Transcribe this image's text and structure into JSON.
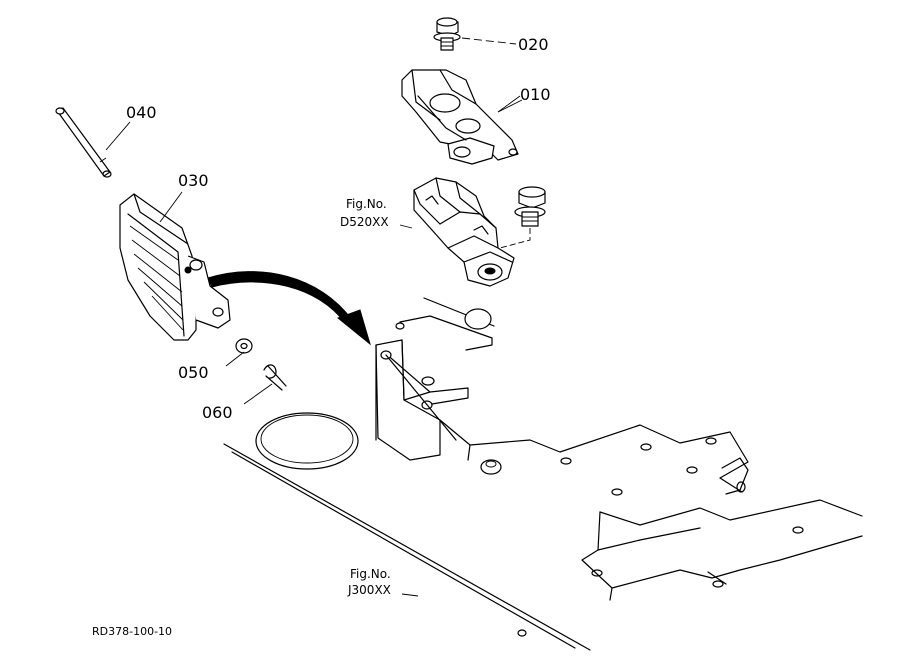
{
  "part_labels": [
    {
      "id": "010",
      "text": "010"
    },
    {
      "id": "020",
      "text": "020"
    },
    {
      "id": "030",
      "text": "030"
    },
    {
      "id": "040",
      "text": "040"
    },
    {
      "id": "050",
      "text": "050"
    },
    {
      "id": "060",
      "text": "060"
    }
  ],
  "figure_refs": {
    "d520": {
      "line1": "Fig.No.",
      "line2": "D520XX"
    },
    "j300": {
      "line1": "Fig.No.",
      "line2": "J300XX"
    }
  },
  "drawing_ref": "RD378-100-10"
}
